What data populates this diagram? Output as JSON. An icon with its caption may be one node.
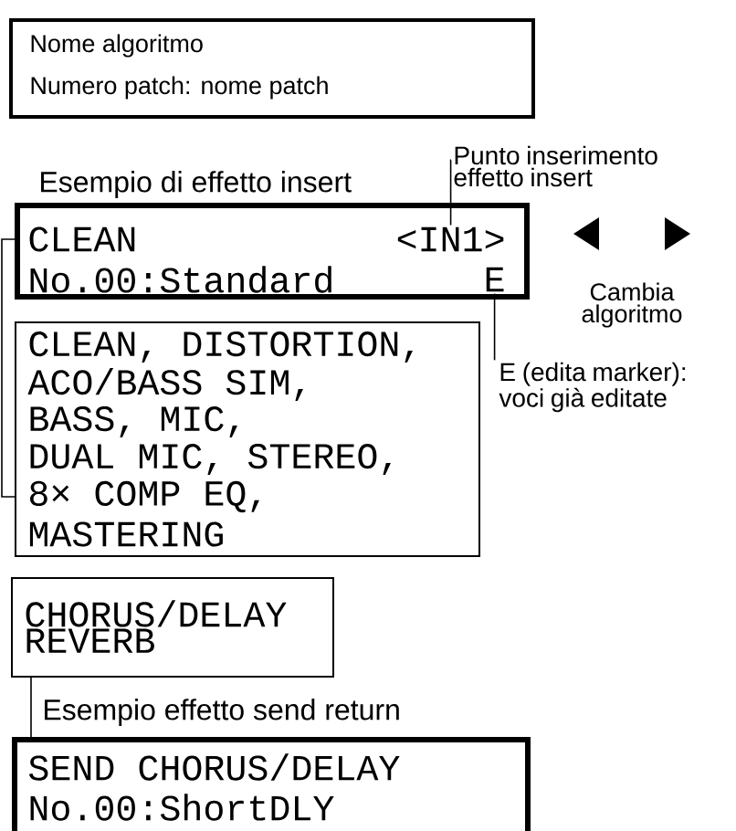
{
  "diagram": {
    "nodes": [
      {
        "text": [
          "Nome algoritmo",
          "Numero patch: nome patch"
        ]
      },
      {
        "text": [
          "Esempio di effetto insert",
          "CLEAN",
          "No.00:Standard"
        ]
      },
      {
        "text": [
          "<IN1>"
        ],
        "in": 1
      },
      {
        "text": [
          "E"
        ],
        "in": 1
      },
      {
        "text": [
          "Punto inserimento effetto insert"
        ]
      },
      {
        "text": [
          "E (edita marker): voci già editate"
        ]
      },
      {
        "text": [
          "CLEAN, DISTORTION,",
          "ACO/BASS SIM,",
          "BASS, MIC,",
          "DUAL MIC, STEREO,",
          "8× COMP EQ,",
          "MASTERING"
        ]
      },
      {
        "text": [
          "CHORUS/DELAY REVERB"
        ]
      },
      {
        "text": [
          "Esempio effetto send return",
          "SEND CHORUS/DELAY",
          "No.00:ShortDLY"
        ]
      }
    ],
    "edges": [
      {
        "from": 4,
        "to": 2,
        "arrow": "none"
      },
      {
        "from": 5,
        "to": 3,
        "arrow": "none"
      },
      {
        "from": 1,
        "to": 6,
        "arrow": "none"
      },
      {
        "from": 7,
        "to": 8,
        "arrow": "none"
      }
    ],
    "labels": [
      "Cambia algoritmo"
    ]
  }
}
